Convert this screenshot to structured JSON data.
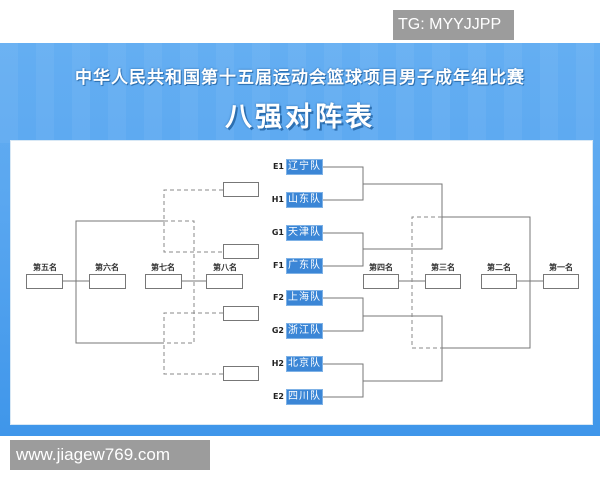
{
  "watermarks": {
    "top": "TG: MYYJJPP",
    "bottom": "www.jiagew769.com"
  },
  "header": {
    "title": "中华人民共和国第十五届运动会篮球项目男子成年组比赛",
    "subtitle": "八强对阵表"
  },
  "bracket": {
    "teams": [
      {
        "seed": "E1",
        "name": "辽宁队"
      },
      {
        "seed": "H1",
        "name": "山东队"
      },
      {
        "seed": "G1",
        "name": "天津队"
      },
      {
        "seed": "F1",
        "name": "广东队"
      },
      {
        "seed": "F2",
        "name": "上海队"
      },
      {
        "seed": "G2",
        "name": "浙江队"
      },
      {
        "seed": "H2",
        "name": "北京队"
      },
      {
        "seed": "E2",
        "name": "四川队"
      }
    ],
    "ranks_left": [
      "第五名",
      "第六名",
      "第七名",
      "第八名"
    ],
    "ranks_right": [
      "第四名",
      "第三名",
      "第二名",
      "第一名"
    ],
    "colors": {
      "team_fill": "#3b86d6",
      "panel_blue": "#5aa7f0",
      "line": "#777777"
    }
  }
}
